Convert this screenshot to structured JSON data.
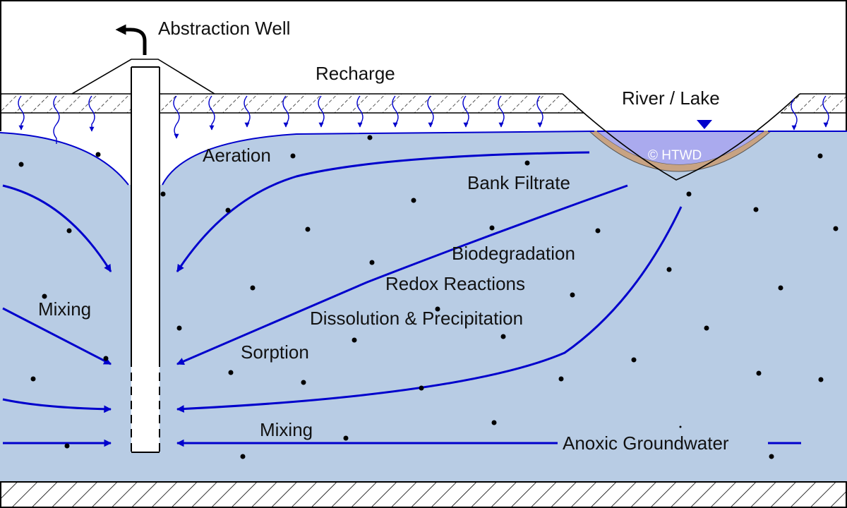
{
  "labels": {
    "abstraction_well": "Abstraction Well",
    "recharge": "Recharge",
    "river_lake": "River / Lake",
    "copyright": "© HTWD",
    "aeration": "Aeration",
    "bank_filtrate": "Bank Filtrate",
    "biodegradation": "Biodegradation",
    "redox_reactions": "Redox Reactions",
    "dissolution_precipitation": "Dissolution & Precipitation",
    "sorption": "Sorption",
    "mixing_left": "Mixing",
    "mixing_bottom": "Mixing",
    "anoxic_groundwater": "Anoxic Groundwater"
  },
  "colors": {
    "groundwater": "#b8cce4",
    "lake_water": "#aaaaee",
    "lake_bed": "#c8a383",
    "flow_arrow": "#0000cc",
    "outline": "#000000"
  }
}
